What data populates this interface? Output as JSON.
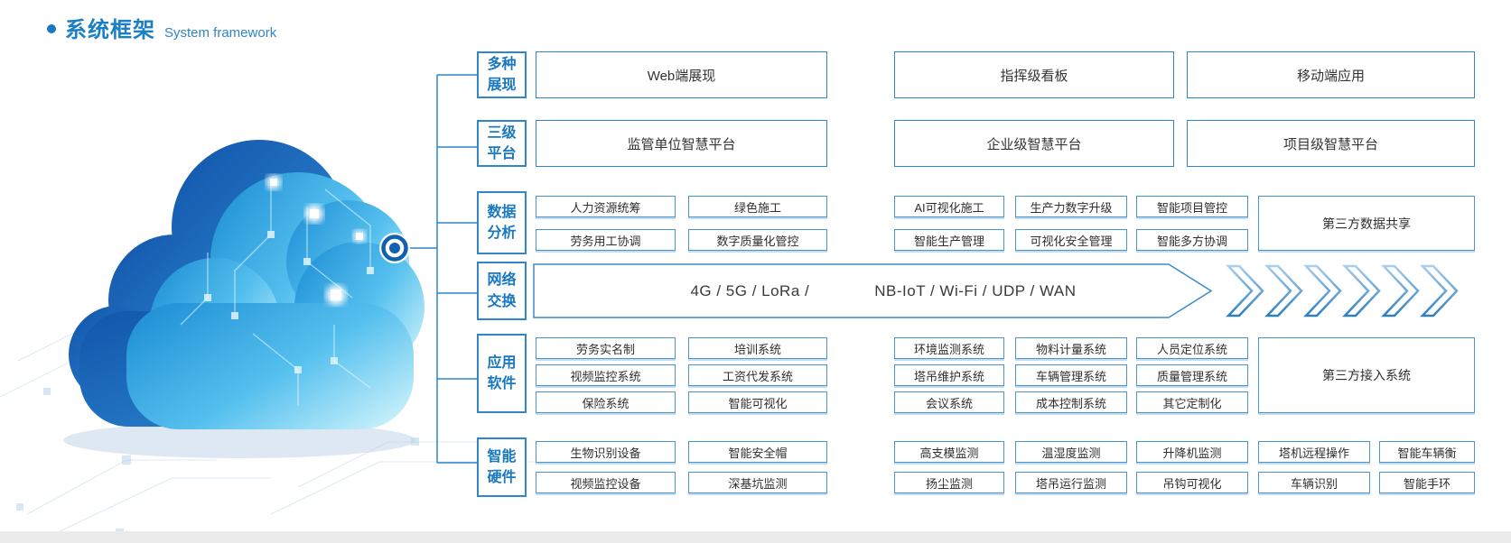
{
  "title": {
    "zh": "系统框架",
    "en": "System framework"
  },
  "categories": [
    {
      "label": "多种\n展现"
    },
    {
      "label": "三级\n平台"
    },
    {
      "label": "数据\n分析"
    },
    {
      "label": "网络\n交换"
    },
    {
      "label": "应用\n软件"
    },
    {
      "label": "智能\n硬件"
    }
  ],
  "presentation_row": [
    "Web端展现",
    "指挥级看板",
    "移动端应用"
  ],
  "platform_row": [
    "监管单位智慧平台",
    "企业级智慧平台",
    "项目级智慧平台"
  ],
  "data_analysis": {
    "left": [
      [
        "人力资源统筹",
        "绿色施工"
      ],
      [
        "劳务用工协调",
        "数字质量化管控"
      ]
    ],
    "right": [
      [
        "AI可视化施工",
        "生产力数字升级",
        "智能项目管控"
      ],
      [
        "智能生产管理",
        "可视化安全管理",
        "智能多方协调"
      ]
    ],
    "shared": "第三方数据共享"
  },
  "network": {
    "left_text": "4G / 5G / LoRa /",
    "right_text": "NB-IoT / Wi-Fi / UDP / WAN"
  },
  "software": {
    "left": [
      [
        "劳务实名制",
        "培训系统"
      ],
      [
        "视频监控系统",
        "工资代发系统"
      ],
      [
        "保险系统",
        "智能可视化"
      ]
    ],
    "right": [
      [
        "环境监测系统",
        "物料计量系统",
        "人员定位系统"
      ],
      [
        "塔吊维护系统",
        "车辆管理系统",
        "质量管理系统"
      ],
      [
        "会议系统",
        "成本控制系统",
        "其它定制化"
      ]
    ],
    "shared": "第三方接入系统"
  },
  "hardware": {
    "left": [
      [
        "生物识别设备",
        "智能安全帽"
      ],
      [
        "视频监控设备",
        "深基坑监测"
      ]
    ],
    "right": [
      [
        "高支模监测",
        "温湿度监测",
        "升降机监测",
        "塔机远程操作",
        "智能车辆衡"
      ],
      [
        "扬尘监测",
        "塔吊运行监测",
        "吊钩可视化",
        "车辆识别",
        "智能手环"
      ]
    ]
  },
  "colors": {
    "accent_blue": "#1878c0",
    "border_blue": "#4a93cf",
    "dark_text": "#2f2f2f",
    "cloud_dark": "#1255aa",
    "cloud_light": "#c8f0fb"
  }
}
